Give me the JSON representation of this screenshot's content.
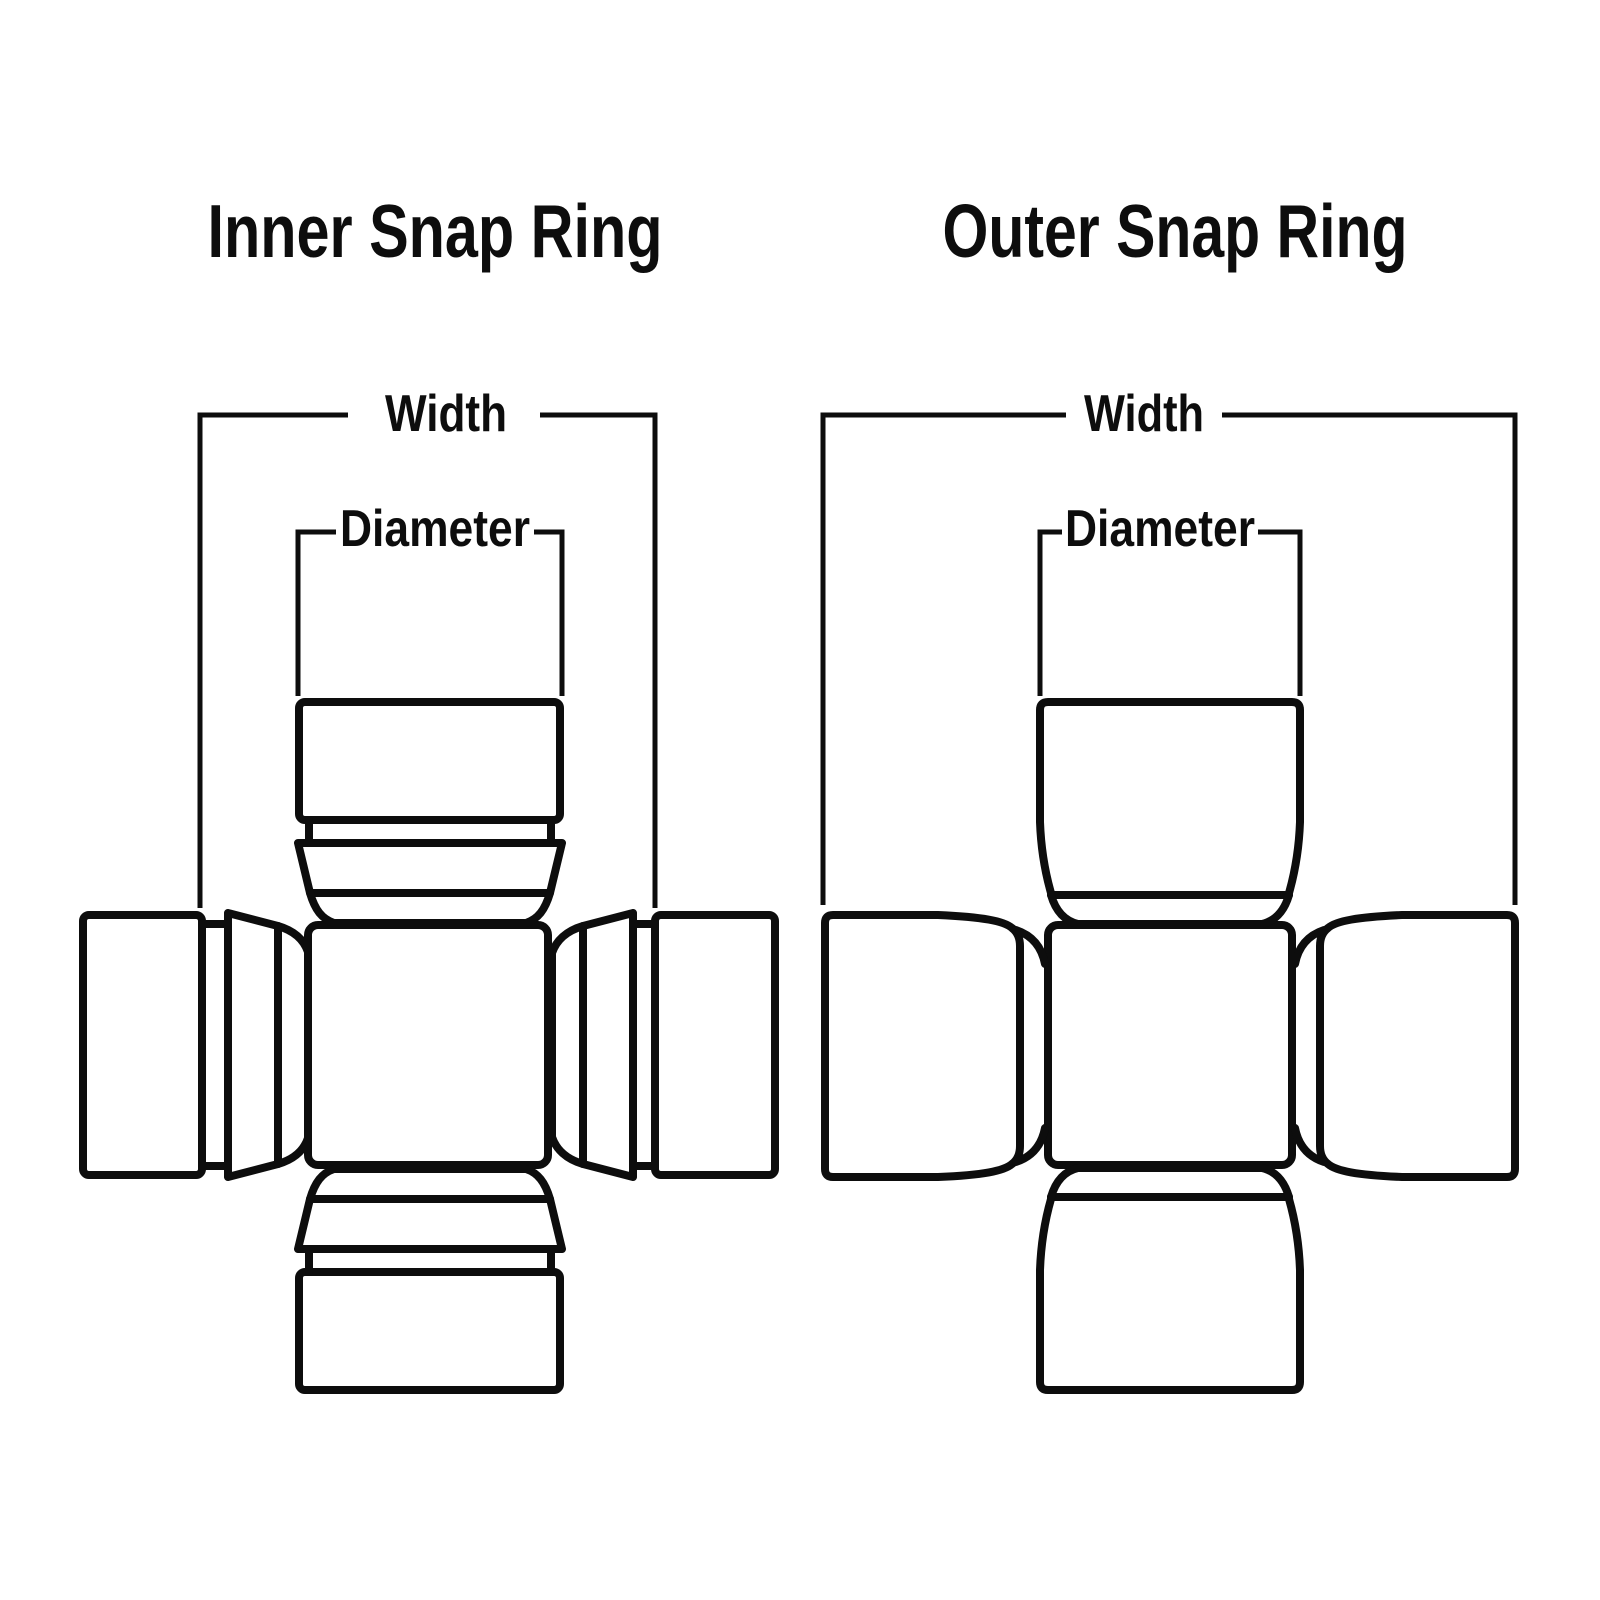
{
  "colors": {
    "line": "#0d0d0d",
    "background": "#ffffff"
  },
  "diagrams": {
    "inner": {
      "title": "Inner Snap Ring",
      "width_label": "Width",
      "diameter_label": "Diameter"
    },
    "outer": {
      "title": "Outer Snap Ring",
      "width_label": "Width",
      "diameter_label": "Diameter"
    }
  }
}
